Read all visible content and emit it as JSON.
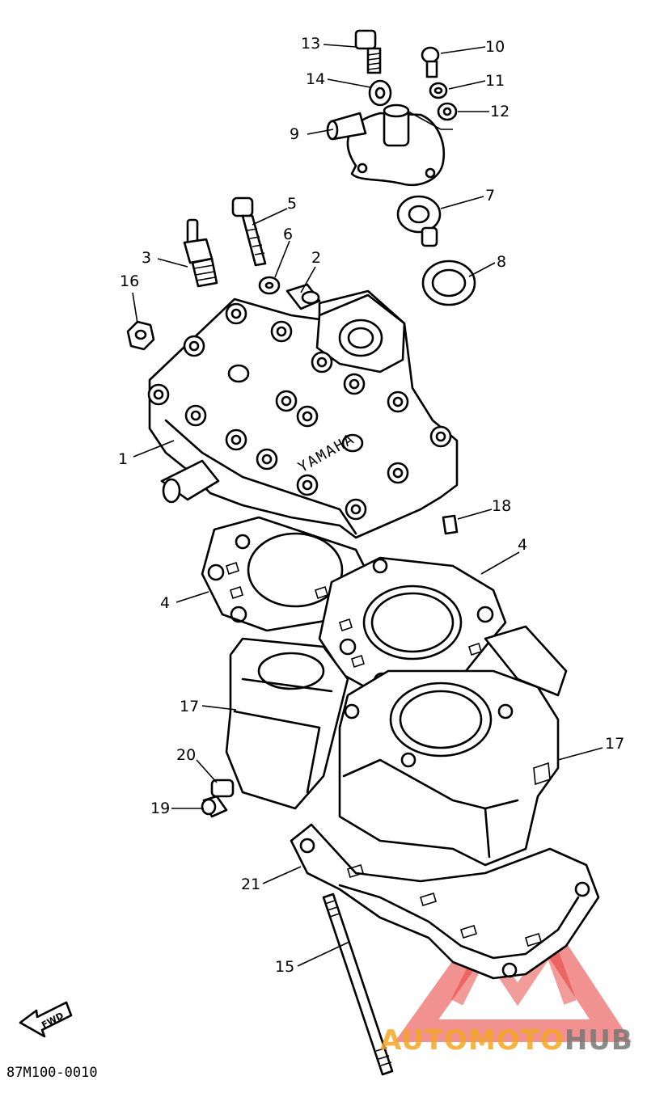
{
  "diagram_code": "87M100-0010",
  "fwd_label": "FWD",
  "cylinder_head_mark": "YAMAHA",
  "watermark": {
    "part1": "AUTOMOTO",
    "part2": "HUB",
    "color_orange": "#f5a623",
    "color_gray": "#777777",
    "color_red": "#e53935"
  },
  "callouts": [
    {
      "id": "c1",
      "text": "1"
    },
    {
      "id": "c2",
      "text": "2"
    },
    {
      "id": "c3",
      "text": "3"
    },
    {
      "id": "c4a",
      "text": "4"
    },
    {
      "id": "c4b",
      "text": "4"
    },
    {
      "id": "c5",
      "text": "5"
    },
    {
      "id": "c6",
      "text": "6"
    },
    {
      "id": "c7",
      "text": "7"
    },
    {
      "id": "c8",
      "text": "8"
    },
    {
      "id": "c9",
      "text": "9"
    },
    {
      "id": "c10",
      "text": "10"
    },
    {
      "id": "c11",
      "text": "11"
    },
    {
      "id": "c12",
      "text": "12"
    },
    {
      "id": "c13",
      "text": "13"
    },
    {
      "id": "c14",
      "text": "14"
    },
    {
      "id": "c15",
      "text": "15"
    },
    {
      "id": "c16",
      "text": "16"
    },
    {
      "id": "c17a",
      "text": "17"
    },
    {
      "id": "c17b",
      "text": "17"
    },
    {
      "id": "c18",
      "text": "18"
    },
    {
      "id": "c19",
      "text": "19"
    },
    {
      "id": "c20",
      "text": "20"
    },
    {
      "id": "c21",
      "text": "21"
    }
  ]
}
